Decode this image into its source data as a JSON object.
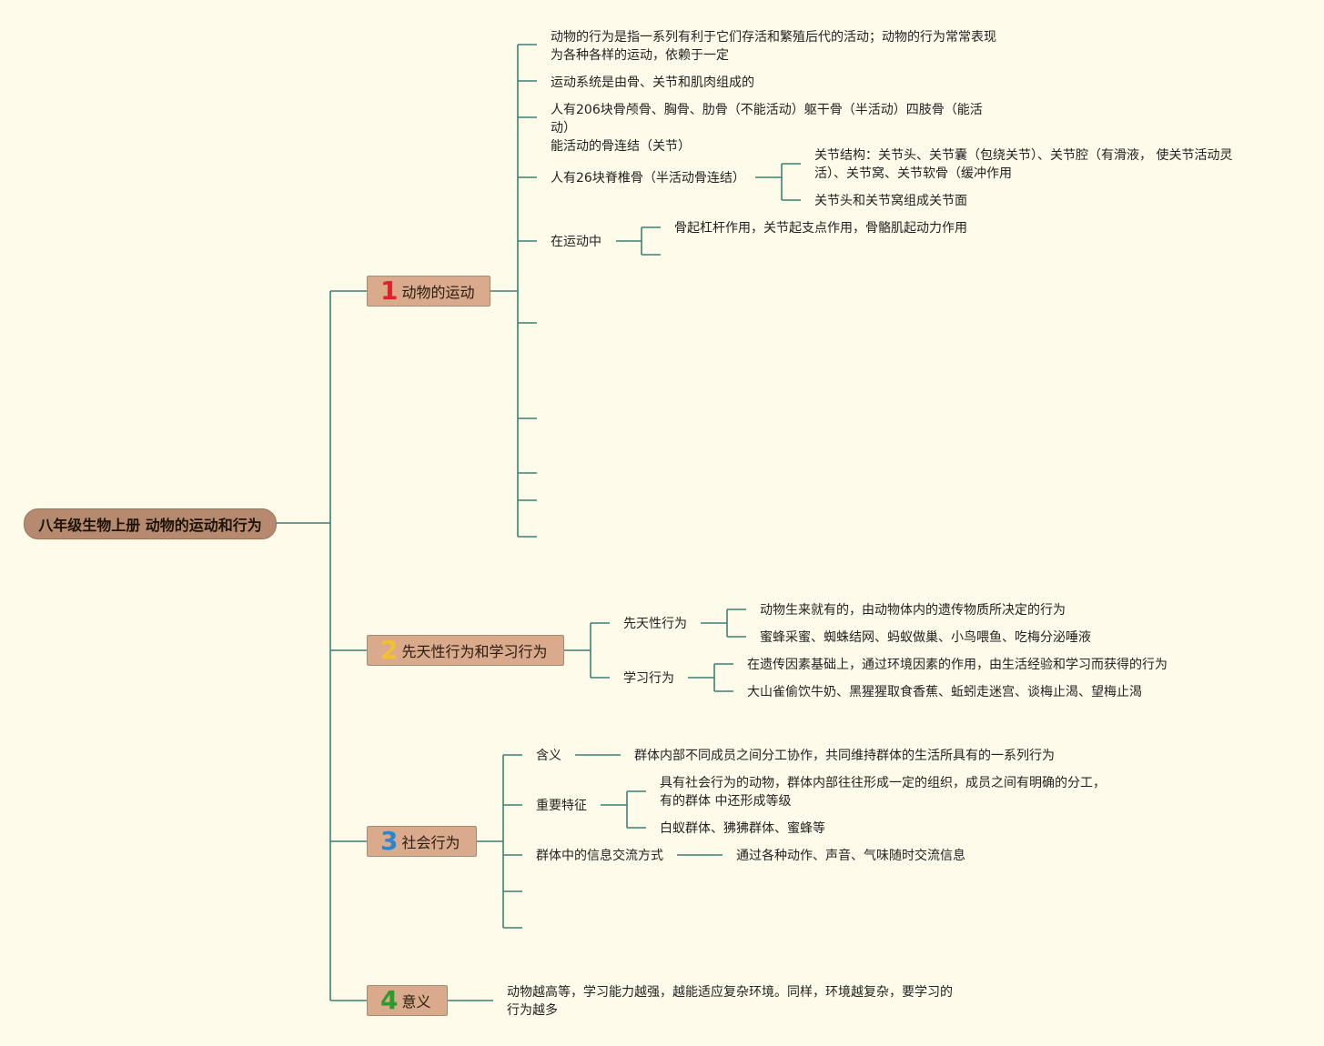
{
  "root": {
    "label": "八年级生物上册 动物的运动和行为"
  },
  "branches": [
    {
      "num": "1",
      "num_color": "#e0202a",
      "label": "动物的运动",
      "items": [
        "动物的行为是指一系列有利于它们存活和繁殖后代的活动；动物的行为常常表现\n为各种各样的运动，依赖于一定",
        "运动系统是由骨、关节和肌肉组成的",
        "人有206块骨颅骨、胸骨、肋骨（不能活动）躯干骨（半活动）四肢骨（能活动）\n能活动的骨连结（关节）",
        {
          "label": "人有26块脊椎骨（半活动骨连结）",
          "children": [
            "关节结构：关节头、关节囊（包绕关节）、关节腔（有滑液， 使关节活动灵\n活）、关节窝、关节软骨（缓冲作用",
            "关节头和关节窝组成关节面"
          ]
        },
        {
          "label": "在运动中",
          "children": [
            "骨起杠杆作用，关节起支点作用，骨骼肌起动力作用",
            ""
          ]
        }
      ]
    },
    {
      "num": "2",
      "num_color": "#f2c12e",
      "label": "先天性行为和学习行为",
      "items": [
        {
          "label": "先天性行为",
          "children": [
            "动物生来就有的，由动物体内的遗传物质所决定的行为",
            "蜜蜂采蜜、蜘蛛结网、蚂蚁做巢、小鸟喂鱼、吃梅分泌唾液"
          ]
        },
        {
          "label": "学习行为",
          "children": [
            "在遗传因素基础上，通过环境因素的作用，由生活经验和学习而获得的行为",
            "大山雀偷饮牛奶、黑猩猩取食香蕉、蚯蚓走迷宫、谈梅止渴、望梅止渴"
          ]
        }
      ]
    },
    {
      "num": "3",
      "num_color": "#2a86cf",
      "label": "社会行为",
      "items": [
        {
          "label": "含义",
          "children": [
            "群体内部不同成员之间分工协作，共同维持群体的生活所具有的一系列行为"
          ]
        },
        {
          "label": "重要特征",
          "children": [
            "具有社会行为的动物，群体内部往往形成一定的组织，成员之间有明确的分工，\n有的群体 中还形成等级",
            "白蚁群体、狒狒群体、蜜蜂等"
          ]
        },
        {
          "label": "群体中的信息交流方式",
          "children": [
            "通过各种动作、声音、气味随时交流信息"
          ]
        }
      ]
    },
    {
      "num": "4",
      "num_color": "#2e9a2e",
      "label": "意义",
      "items": [
        "动物越高等，学习能力越强，越能适应复杂环境。同样，环境越复杂，要学习的\n行为越多"
      ]
    }
  ],
  "colors": {
    "line": "#3f7f74",
    "background": "#fffbea",
    "root_fill": "#b58a6e",
    "branch_fill": "#d9ab8c"
  }
}
